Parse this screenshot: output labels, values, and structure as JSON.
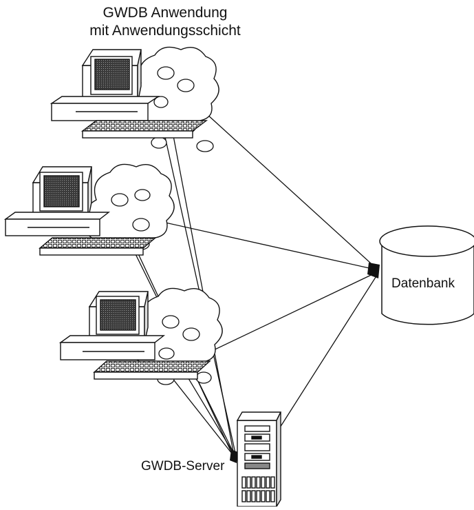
{
  "title": {
    "line1": "GWDB Anwendung",
    "line2": "mit Anwendungsschicht"
  },
  "nodes": {
    "database": {
      "label": "Datenbank",
      "icon": "database-cylinder-icon"
    },
    "server": {
      "label": "GWDB-Server",
      "icon": "tower-server-icon"
    },
    "clients": [
      {
        "icon": "desktop-computer-icon"
      },
      {
        "icon": "desktop-computer-icon"
      },
      {
        "icon": "desktop-computer-icon"
      }
    ]
  },
  "colors": {
    "line": "#111111",
    "background": "#ffffff"
  }
}
